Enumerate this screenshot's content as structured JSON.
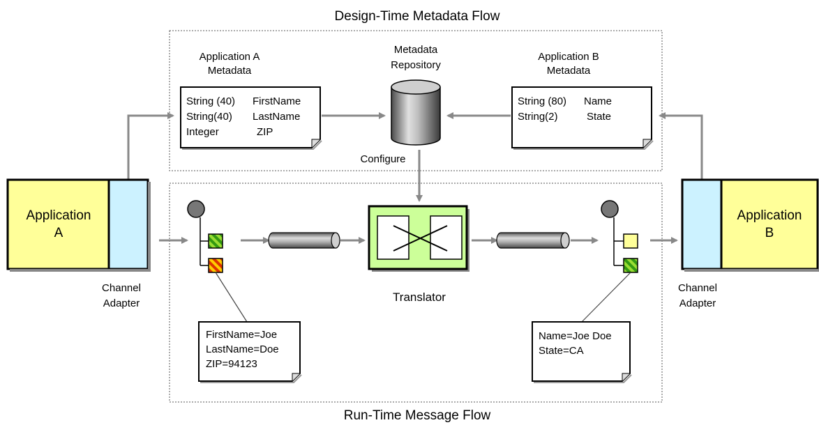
{
  "titles": {
    "design_time": "Design-Time Metadata Flow",
    "run_time": "Run-Time Message Flow"
  },
  "metadata": {
    "app_a": {
      "title": [
        "Application A",
        "Metadata"
      ],
      "rows": [
        [
          "String (40)",
          "FirstName"
        ],
        [
          "String(40)",
          "LastName"
        ],
        [
          "Integer",
          "ZIP"
        ]
      ]
    },
    "repository": {
      "title": [
        "Metadata",
        "Repository"
      ]
    },
    "app_b": {
      "title": [
        "Application B",
        "Metadata"
      ],
      "rows": [
        [
          "String (80)",
          "Name"
        ],
        [
          "String(2)",
          "State"
        ]
      ]
    },
    "configure_label": "Configure"
  },
  "applications": {
    "a": {
      "label": [
        "Application",
        "A"
      ]
    },
    "b": {
      "label": [
        "Application",
        "B"
      ]
    }
  },
  "adapters": {
    "a_label": [
      "Channel",
      "Adapter"
    ],
    "b_label": [
      "Channel",
      "Adapter"
    ]
  },
  "translator": {
    "label": "Translator"
  },
  "messages": {
    "input": [
      "FirstName=Joe",
      "LastName=Doe",
      "ZIP=94123"
    ],
    "output": [
      "Name=Joe Doe",
      "State=CA"
    ]
  },
  "colors": {
    "application_fill": "#ffff99",
    "adapter_fill": "#ccf2ff",
    "translator_fill": "#ccff99",
    "translator_border": "#222222",
    "arrow": "#888888",
    "dotted_border": "#555555"
  }
}
